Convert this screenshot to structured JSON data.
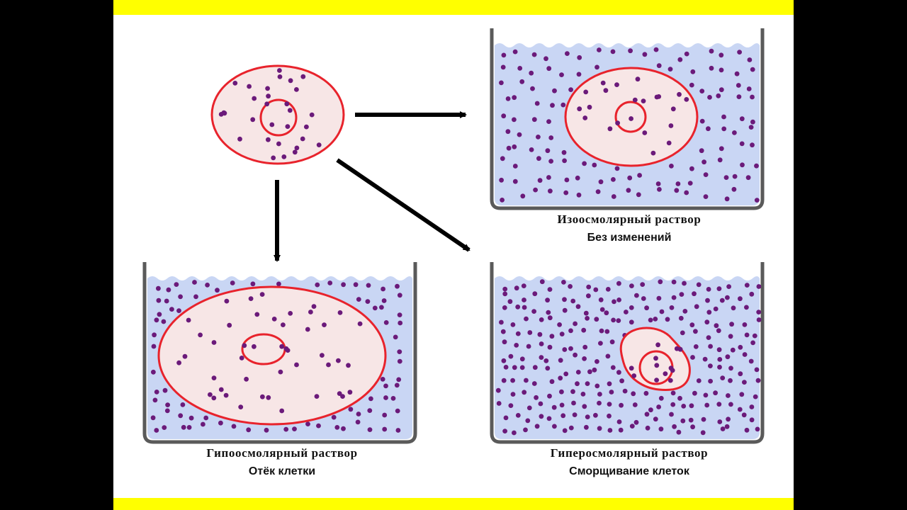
{
  "colors": {
    "frame": "#000000",
    "slide_background": "#ffffff",
    "accent_band": "#ffff00",
    "solution": "#c9d6f4",
    "membrane": "#e8232c",
    "cytoplasm": "#f7e6e6",
    "particle": "#6b1a7a",
    "beaker": "#5a5a5a",
    "arrow": "#000000"
  },
  "icons": {
    "arrow": "arrow-icon",
    "beaker": "beaker-icon",
    "cell": "cell-icon"
  },
  "labels": {
    "iso_title": "Изоосмолярный раствор",
    "iso_result": "Без изменений",
    "hypo_title": "Гипоосмолярный раствор",
    "hypo_result": "Отёк клетки",
    "hyper_title": "Гиперосмолярный раствор",
    "hyper_result": "Сморщивание клеток"
  }
}
